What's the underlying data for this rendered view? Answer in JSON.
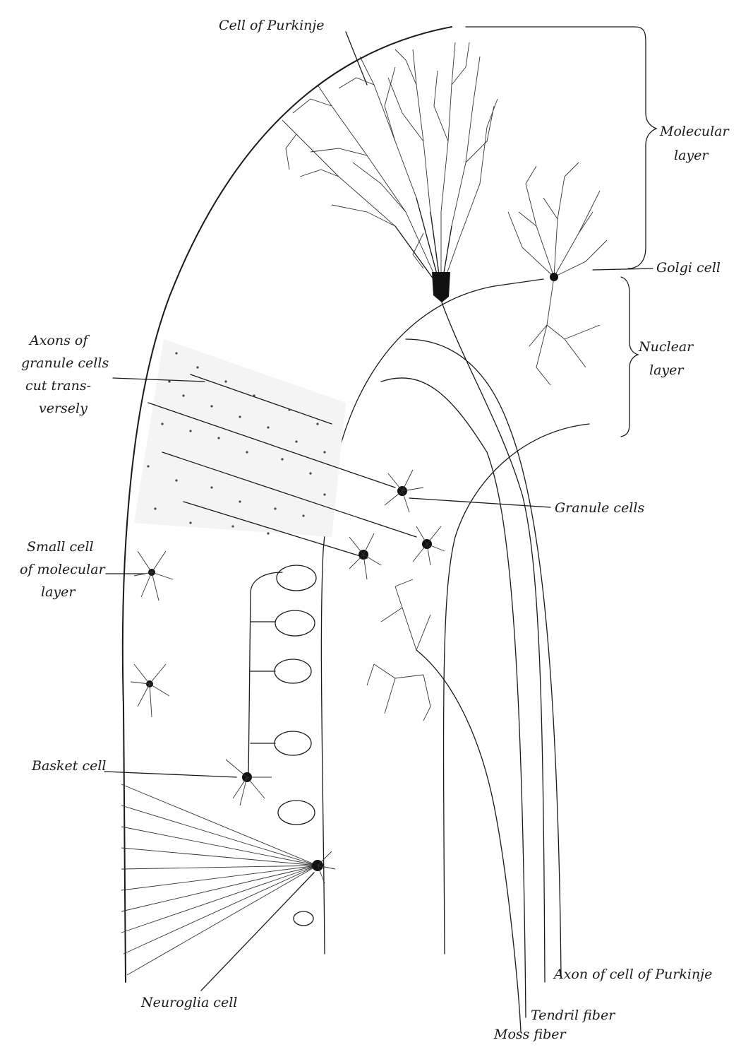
{
  "labels": {
    "purkinje_cell": "Cell of Purkinje",
    "molecular_layer": [
      "Molecular",
      "layer"
    ],
    "golgi_cell": "Golgi cell",
    "nuclear_layer": [
      "Nuclear",
      "layer"
    ],
    "axons_granule": [
      "Axons of",
      "granule cells",
      "cut trans-",
      "versely"
    ],
    "granule_cells": "Granule cells",
    "small_cell": [
      "Small cell",
      "of molecular",
      "layer"
    ],
    "basket_cell": "Basket cell",
    "neuroglia_cell": "Neuroglia cell",
    "axon_purkinje": "Axon of cell of Purkinje",
    "tendril_fiber": "Tendril fiber",
    "moss_fiber": "Moss fiber"
  },
  "colors": {
    "ink": "#1a1a1a",
    "background": "#ffffff"
  }
}
